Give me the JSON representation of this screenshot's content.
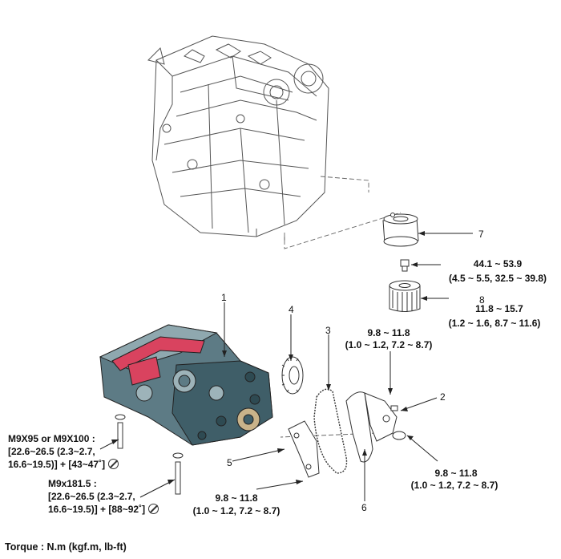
{
  "labels": {
    "n1": "1",
    "n2": "2",
    "n3": "3",
    "n4": "4",
    "n5": "5",
    "n6": "6",
    "n7": "7",
    "n8": "8"
  },
  "torque": {
    "t7_line1": "44.1 ~ 53.9",
    "t7_line2": "(4.5 ~ 5.5, 32.5 ~ 39.8)",
    "t8_line1": "11.8 ~ 15.7",
    "t8_line2": "(1.2 ~ 1.6, 8.7 ~ 11.6)",
    "t3_line1": "9.8 ~ 11.8",
    "t3_line2": "(1.0 ~ 1.2, 7.2 ~ 8.7)",
    "t2_line1": "9.8 ~ 11.8",
    "t2_line2": "(1.0 ~ 1.2, 7.2 ~ 8.7)",
    "t5_line1": "9.8 ~ 11.8",
    "t5_line2": "(1.0 ~ 1.2, 7.2 ~ 8.7)",
    "bolt_a_line1": "M9X95 or M9X100 :",
    "bolt_a_line2": "[22.6~26.5 (2.3~2.7,",
    "bolt_a_line3": "16.6~19.5)] + [43~47˚]",
    "bolt_b_line1": "M9x181.5 :",
    "bolt_b_line2": "[22.6~26.5 (2.3~2.7,",
    "bolt_b_line3": "16.6~19.5)] + [88~92˚]",
    "units_note": "Torque : N.m (kgf.m, lb-ft)"
  },
  "icons": [
    "engine-block-drawing",
    "balance-shaft-module-drawing",
    "sprocket-drawing",
    "chain-drawing",
    "chain-guide-drawing",
    "chain-tensioner-drawing",
    "oil-filter-housing-drawing",
    "oil-filter-drawing",
    "no-reuse-icon"
  ],
  "colors": {
    "housing": "#4f6f7a",
    "housing_light": "#7f9aa3",
    "gasket": "#d9435f",
    "line": "#222222",
    "engine_line": "#555555"
  }
}
